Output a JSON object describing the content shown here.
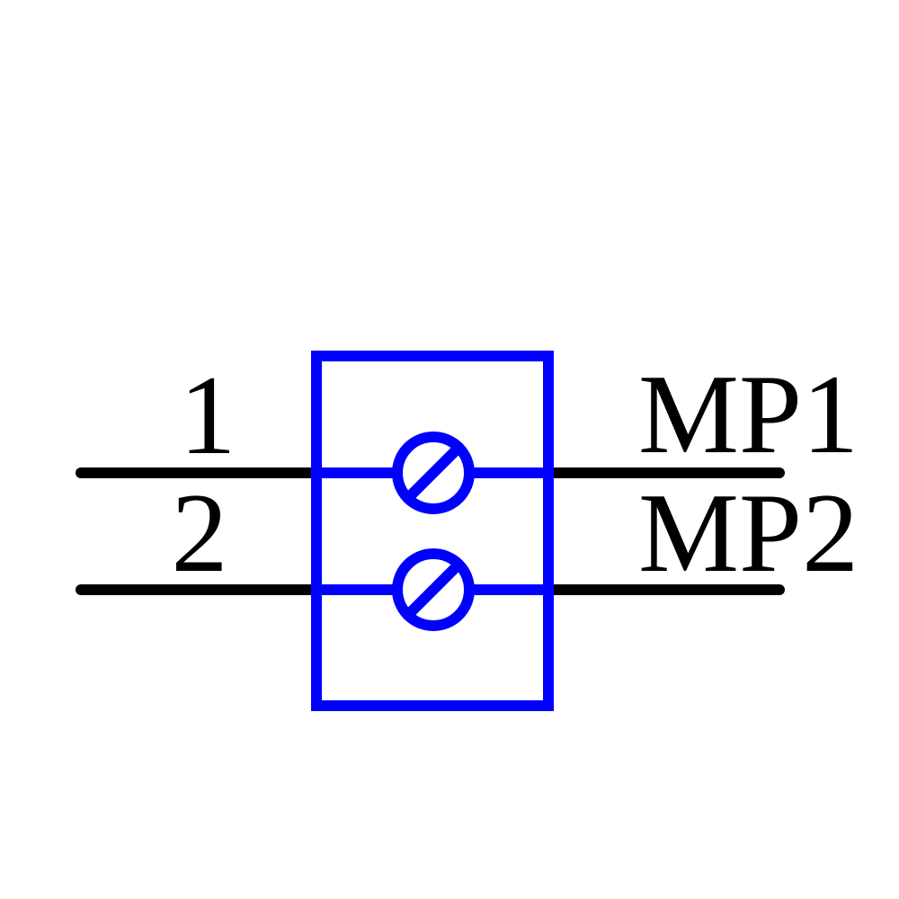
{
  "diagram": {
    "kind": "schematic-symbol",
    "component": "screw-terminal-block-2-position",
    "colors": {
      "symbol": "#0000ff",
      "wire": "#000000",
      "text": "#000000",
      "background": "#ffffff"
    },
    "pins": [
      {
        "number": "1",
        "label": "MP1"
      },
      {
        "number": "2",
        "label": "MP2"
      }
    ]
  }
}
